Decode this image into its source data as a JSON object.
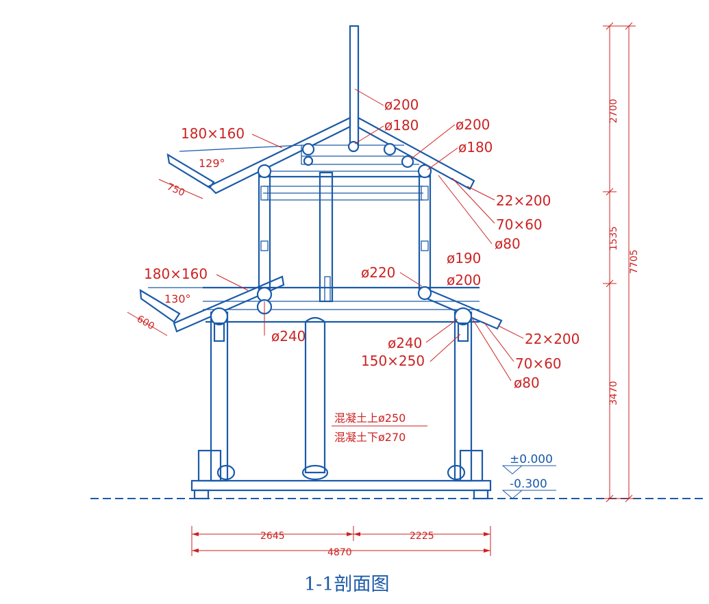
{
  "title": "1-1剖面图",
  "upper_roof": {
    "pole_dia": "ø200",
    "ridge_dia": "ø180",
    "purlin_upper_right": "ø200",
    "purlin_right": "ø180",
    "rafter_left": "180×160",
    "angle": "129°",
    "eave_len": "750",
    "fascia": "22×200",
    "rafter_right": "70×60",
    "eave_purlin": "ø80"
  },
  "mid": {
    "column_upper": "ø190",
    "beam": "ø220",
    "column_lower": "ø200"
  },
  "lower_roof": {
    "rafter_left": "180×160",
    "angle": "130°",
    "eave_len": "600",
    "beam_left": "ø240",
    "beam_right": "ø240",
    "lintel": "150×250",
    "fascia": "22×200",
    "rafter_right": "70×60",
    "eave_purlin": "ø80"
  },
  "concrete": {
    "upper": "混凝土上ø250",
    "lower": "混凝土下ø270"
  },
  "levels": {
    "floor": "±0.000",
    "ground": "-0.300"
  },
  "dims_vertical": {
    "top": "2700",
    "middle": "1535",
    "bottom": "3470",
    "total": "7705"
  },
  "dims_horizontal": {
    "left": "2645",
    "right": "2225",
    "total": "4870"
  }
}
